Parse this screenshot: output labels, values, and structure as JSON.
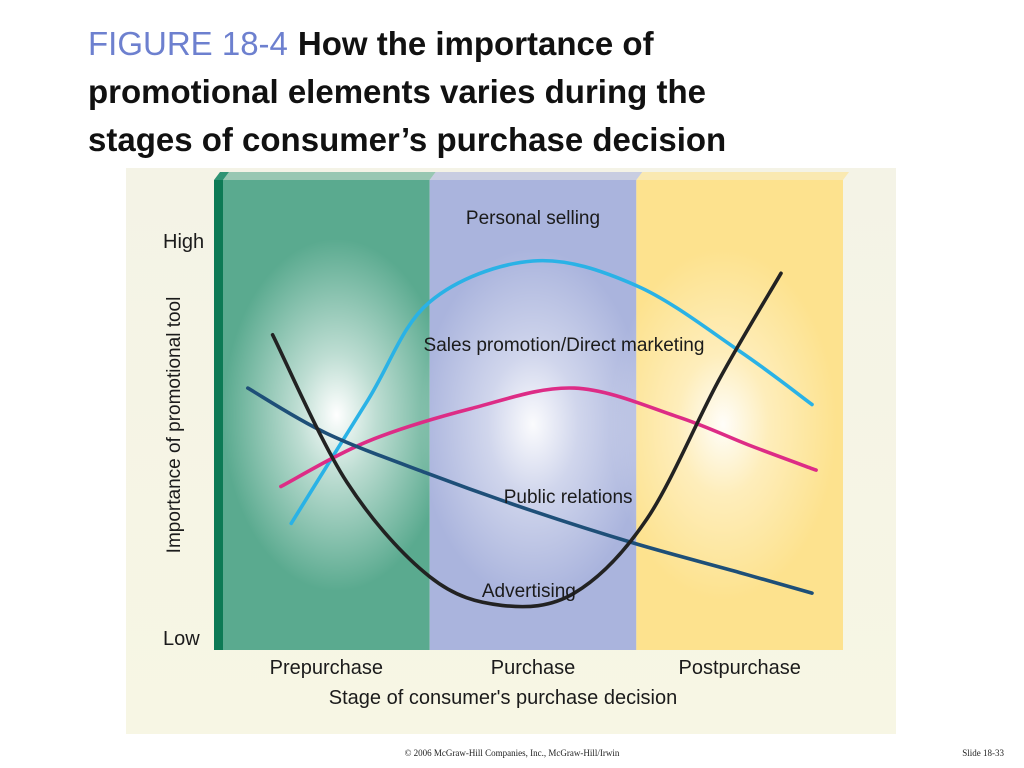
{
  "header": {
    "figure_label": "FIGURE 18-4",
    "title_lines": [
      "How the importance of",
      "promotional elements varies during the",
      "stages of consumer’s purchase decision"
    ]
  },
  "chart_data": {
    "type": "line",
    "categories": [
      "Prepurchase",
      "Purchase",
      "Postpurchase"
    ],
    "xlabel": "Stage of consumer's purchase decision",
    "ylabel": "Importance of promotional tool",
    "y_ticks": [
      "High",
      "Low"
    ],
    "x_range": [
      0,
      3
    ],
    "y_range": [
      0,
      10
    ],
    "grid": false,
    "legend": "none",
    "stage_colors": [
      "#5aaa8f",
      "#aab4dd",
      "#fde28e"
    ],
    "series": [
      {
        "name": "Personal selling",
        "color": "#2ab2e6",
        "points": [
          [
            0.33,
            2.6
          ],
          [
            0.7,
            5.6
          ],
          [
            1.0,
            8.0
          ],
          [
            1.5,
            9.0
          ],
          [
            2.0,
            8.4
          ],
          [
            2.5,
            6.8
          ],
          [
            2.85,
            5.5
          ]
        ]
      },
      {
        "name": "Sales promotion/Direct marketing",
        "color": "#dd2c86",
        "points": [
          [
            0.28,
            3.5
          ],
          [
            0.7,
            4.6
          ],
          [
            1.2,
            5.4
          ],
          [
            1.7,
            5.9
          ],
          [
            2.2,
            5.2
          ],
          [
            2.55,
            4.5
          ],
          [
            2.87,
            3.9
          ]
        ]
      },
      {
        "name": "Public relations",
        "color": "#1e4f78",
        "points": [
          [
            0.12,
            5.9
          ],
          [
            0.5,
            4.8
          ],
          [
            1.0,
            3.8
          ],
          [
            1.5,
            2.9
          ],
          [
            2.0,
            2.1
          ],
          [
            2.5,
            1.4
          ],
          [
            2.85,
            0.9
          ]
        ]
      },
      {
        "name": "Advertising",
        "color": "#222222",
        "points": [
          [
            0.24,
            7.2
          ],
          [
            0.6,
            3.6
          ],
          [
            1.0,
            1.3
          ],
          [
            1.35,
            0.6
          ],
          [
            1.7,
            0.9
          ],
          [
            2.05,
            2.7
          ],
          [
            2.4,
            6.1
          ],
          [
            2.7,
            8.7
          ]
        ]
      }
    ],
    "curve_labels": [
      {
        "text": "Personal selling",
        "x": 1.5,
        "y": 9.9
      },
      {
        "text": "Sales promotion/Direct marketing",
        "x": 1.65,
        "y": 6.8
      },
      {
        "text": "Public relations",
        "x": 1.67,
        "y": 3.1
      },
      {
        "text": "Advertising",
        "x": 1.48,
        "y": 0.8
      }
    ]
  },
  "footer": {
    "copyright": "© 2006 McGraw-Hill Companies, Inc., McGraw-Hill/Irwin",
    "slide_number": "Slide 18-33"
  }
}
